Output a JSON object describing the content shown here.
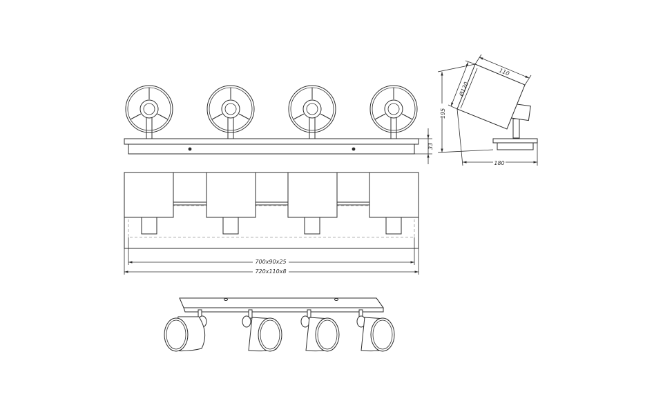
{
  "dimensions": {
    "inner_plate": "700x90x25",
    "outer_plate": "720x110x8",
    "plate_height": "33",
    "height": "195",
    "shade_diameter": "Ø120",
    "shade_depth": "110",
    "depth": "180"
  }
}
